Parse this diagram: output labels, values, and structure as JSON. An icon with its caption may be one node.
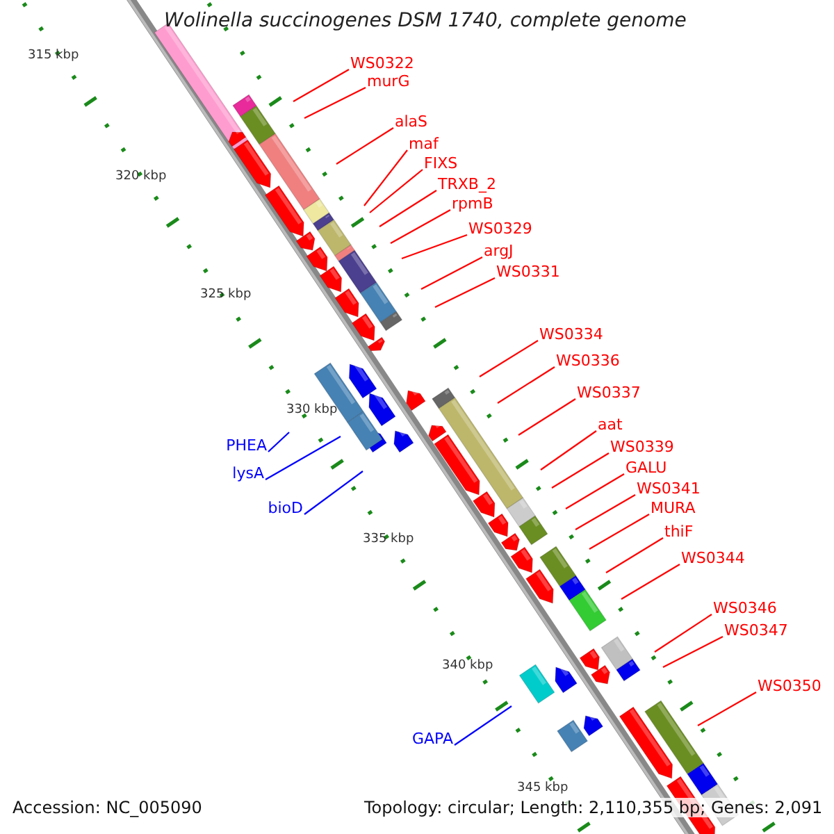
{
  "diagram": {
    "title": "Wolinella succinogenes DSM 1740, complete genome",
    "nodes": [
      {
        "text": [
          "WS0322"
        ]
      },
      {
        "text": [
          "murG"
        ]
      },
      {
        "text": [
          "alaS"
        ]
      },
      {
        "text": [
          "maf"
        ]
      },
      {
        "text": [
          "FIXS"
        ]
      },
      {
        "text": [
          "TRXB_2"
        ]
      },
      {
        "text": [
          "rpmB"
        ]
      },
      {
        "text": [
          "WS0329"
        ]
      },
      {
        "text": [
          "argJ"
        ]
      },
      {
        "text": [
          "WS0331"
        ]
      },
      {
        "text": [
          "WS0334"
        ]
      },
      {
        "text": [
          "WS0336"
        ]
      },
      {
        "text": [
          "WS0337"
        ]
      },
      {
        "text": [
          "aat"
        ]
      },
      {
        "text": [
          "WS0339"
        ]
      },
      {
        "text": [
          "GALU"
        ]
      },
      {
        "text": [
          "WS0341"
        ]
      },
      {
        "text": [
          "MURA"
        ]
      },
      {
        "text": [
          "thiF"
        ]
      },
      {
        "text": [
          "WS0344"
        ]
      },
      {
        "text": [
          "WS0346"
        ]
      },
      {
        "text": [
          "WS0347"
        ]
      },
      {
        "text": [
          "WS0350"
        ]
      },
      {
        "text": [
          "PHEA"
        ]
      },
      {
        "text": [
          "lysA"
        ]
      },
      {
        "text": [
          "bioD"
        ]
      },
      {
        "text": [
          "GAPA"
        ]
      }
    ],
    "edges": [
      {
        "from": 0,
        "to": null,
        "arrow": "none"
      },
      {
        "from": 1,
        "to": null,
        "arrow": "none"
      },
      {
        "from": 2,
        "to": null,
        "arrow": "none"
      },
      {
        "from": 3,
        "to": null,
        "arrow": "none"
      },
      {
        "from": 4,
        "to": null,
        "arrow": "none"
      },
      {
        "from": 5,
        "to": null,
        "arrow": "none"
      },
      {
        "from": 6,
        "to": null,
        "arrow": "none"
      },
      {
        "from": 7,
        "to": null,
        "arrow": "none"
      },
      {
        "from": 8,
        "to": null,
        "arrow": "none"
      },
      {
        "from": 9,
        "to": null,
        "arrow": "none"
      },
      {
        "from": 10,
        "to": null,
        "arrow": "none"
      },
      {
        "from": 11,
        "to": null,
        "arrow": "none"
      },
      {
        "from": 12,
        "to": null,
        "arrow": "none"
      },
      {
        "from": 13,
        "to": null,
        "arrow": "none"
      },
      {
        "from": 14,
        "to": null,
        "arrow": "none"
      },
      {
        "from": 15,
        "to": null,
        "arrow": "none"
      },
      {
        "from": 16,
        "to": null,
        "arrow": "none"
      },
      {
        "from": 17,
        "to": null,
        "arrow": "none"
      },
      {
        "from": 18,
        "to": null,
        "arrow": "none"
      },
      {
        "from": 19,
        "to": null,
        "arrow": "none"
      },
      {
        "from": 20,
        "to": null,
        "arrow": "none"
      },
      {
        "from": 21,
        "to": null,
        "arrow": "none"
      },
      {
        "from": 22,
        "to": null,
        "arrow": "none"
      },
      {
        "from": 23,
        "to": null,
        "arrow": "none",
        "color": "#0000ff"
      },
      {
        "from": 24,
        "to": null,
        "arrow": "none",
        "color": "#0000ff"
      },
      {
        "from": 25,
        "to": null,
        "arrow": "none",
        "color": "#0000ff"
      },
      {
        "from": 26,
        "to": null,
        "arrow": "none",
        "color": "#0000ff"
      }
    ],
    "labels": [
      "315 kbp",
      "320 kbp",
      "325 kbp",
      "330 kbp",
      "335 kbp",
      "340 kbp",
      "345 kbp",
      "Accession: NC_005090",
      "Topology: circular; Length: 2,110,355 bp; Genes: 2,091"
    ]
  }
}
